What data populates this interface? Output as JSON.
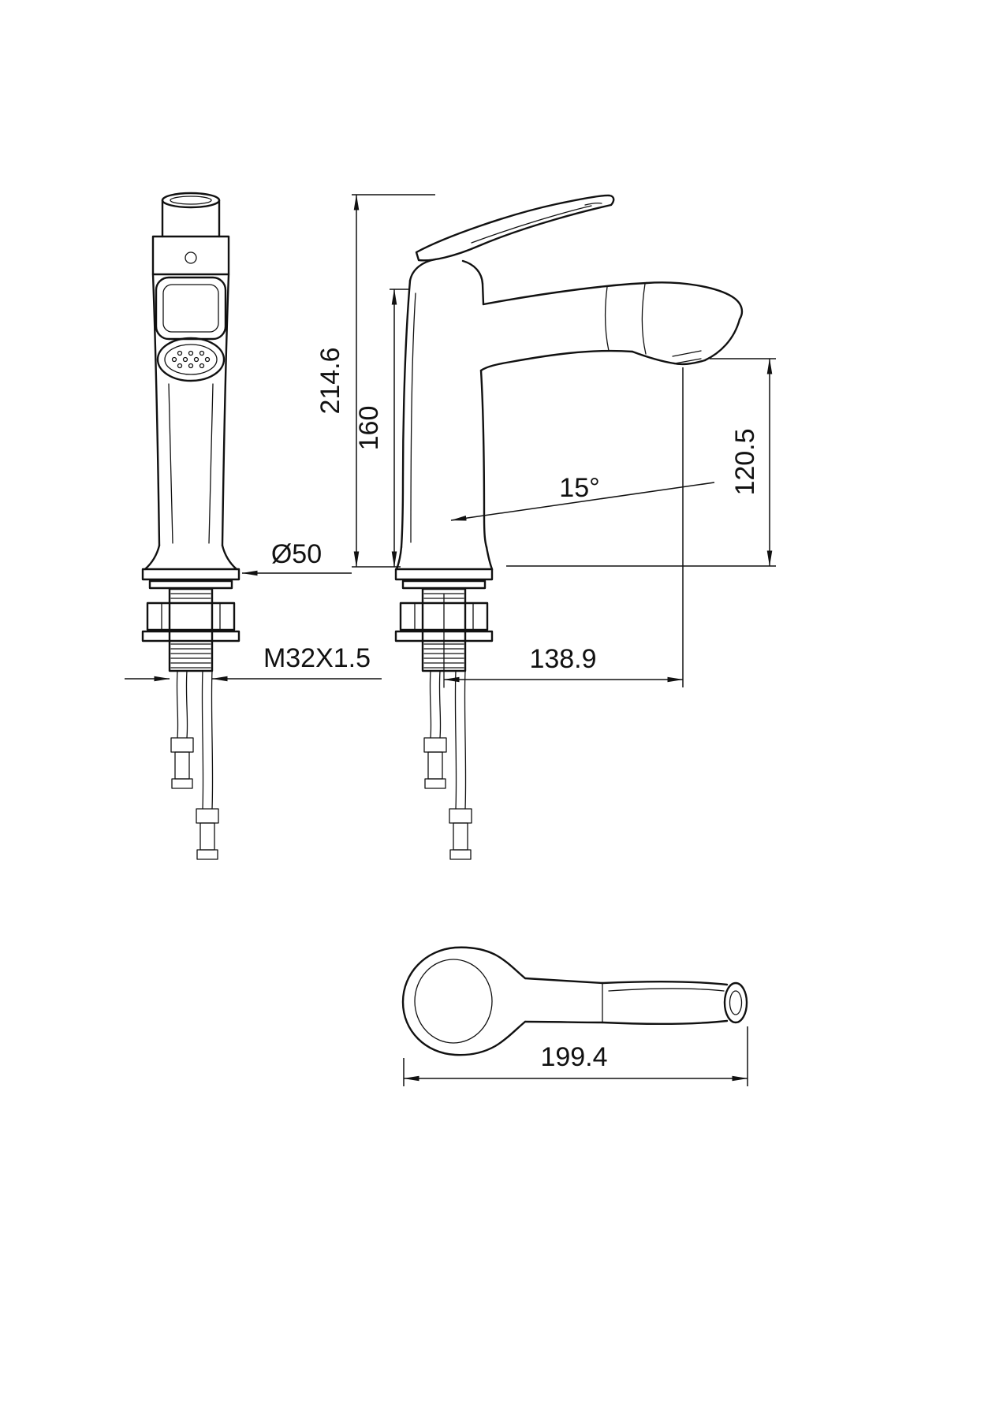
{
  "dims": {
    "total_height": "214.6",
    "spout_height": "160",
    "outlet_height": "120.5",
    "angle": "15°",
    "reach": "138.9",
    "base_diameter": "Ø50",
    "thread_spec": "M32X1.5",
    "handle_length": "199.4"
  },
  "colors": {
    "ink": "#111111",
    "background": "#ffffff"
  }
}
